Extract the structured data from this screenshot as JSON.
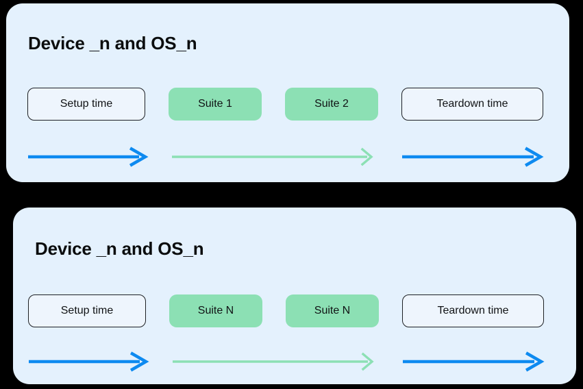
{
  "diagram": {
    "background_color": "#000000",
    "card_background": "#e4f1fd",
    "accent_blue": "#0d8af0",
    "accent_green": "#8ce0b4",
    "outline_color": "#1c1f23",
    "text_color": "#101214",
    "cards": [
      {
        "title": "Device _n and OS_n",
        "phases": [
          {
            "label": "Setup time",
            "style": "outline",
            "arrow_color": "#0d8af0",
            "arrow_icon": "arrow-right-icon"
          },
          {
            "label": "Suite 1",
            "style": "filled",
            "arrow_color": "#8ce0b4",
            "arrow_icon": "arrow-right-icon"
          },
          {
            "label": "Suite 2",
            "style": "filled",
            "arrow_color": "#8ce0b4",
            "arrow_icon": "arrow-right-icon"
          },
          {
            "label": "Teardown time",
            "style": "outline",
            "arrow_color": "#0d8af0",
            "arrow_icon": "arrow-right-icon"
          }
        ]
      },
      {
        "title": "Device _n and OS_n",
        "phases": [
          {
            "label": "Setup time",
            "style": "outline",
            "arrow_color": "#0d8af0",
            "arrow_icon": "arrow-right-icon"
          },
          {
            "label": "Suite N",
            "style": "filled",
            "arrow_color": "#8ce0b4",
            "arrow_icon": "arrow-right-icon"
          },
          {
            "label": "Suite N",
            "style": "filled",
            "arrow_color": "#8ce0b4",
            "arrow_icon": "arrow-right-icon"
          },
          {
            "label": "Teardown time",
            "style": "outline",
            "arrow_color": "#0d8af0",
            "arrow_icon": "arrow-right-icon"
          }
        ]
      }
    ]
  }
}
